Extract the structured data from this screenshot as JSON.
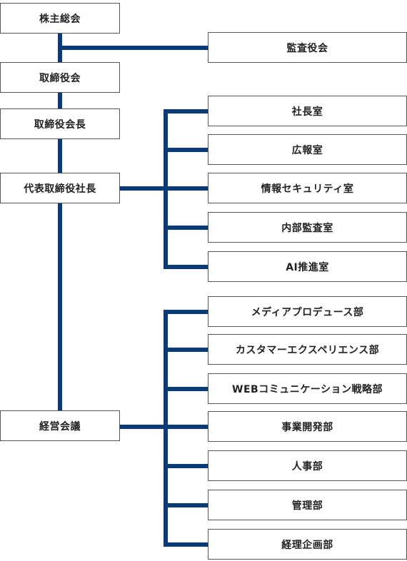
{
  "colors": {
    "line": "#0b3a78",
    "border": "#555555"
  },
  "left_column": {
    "shareholders_meeting": "株主総会",
    "board_of_directors": "取締役会",
    "chairman": "取締役会長",
    "president": "代表取締役社長",
    "management_meeting": "経営会議"
  },
  "auditor": "監査役会",
  "president_offices": [
    "社長室",
    "広報室",
    "情報セキュリティ室",
    "内部監査室",
    "AI推進室"
  ],
  "departments": [
    "メディアプロデュース部",
    "カスタマーエクスペリエンス部",
    "WEBコミュニケーション戦略部",
    "事業開発部",
    "人事部",
    "管理部",
    "経理企画部"
  ]
}
